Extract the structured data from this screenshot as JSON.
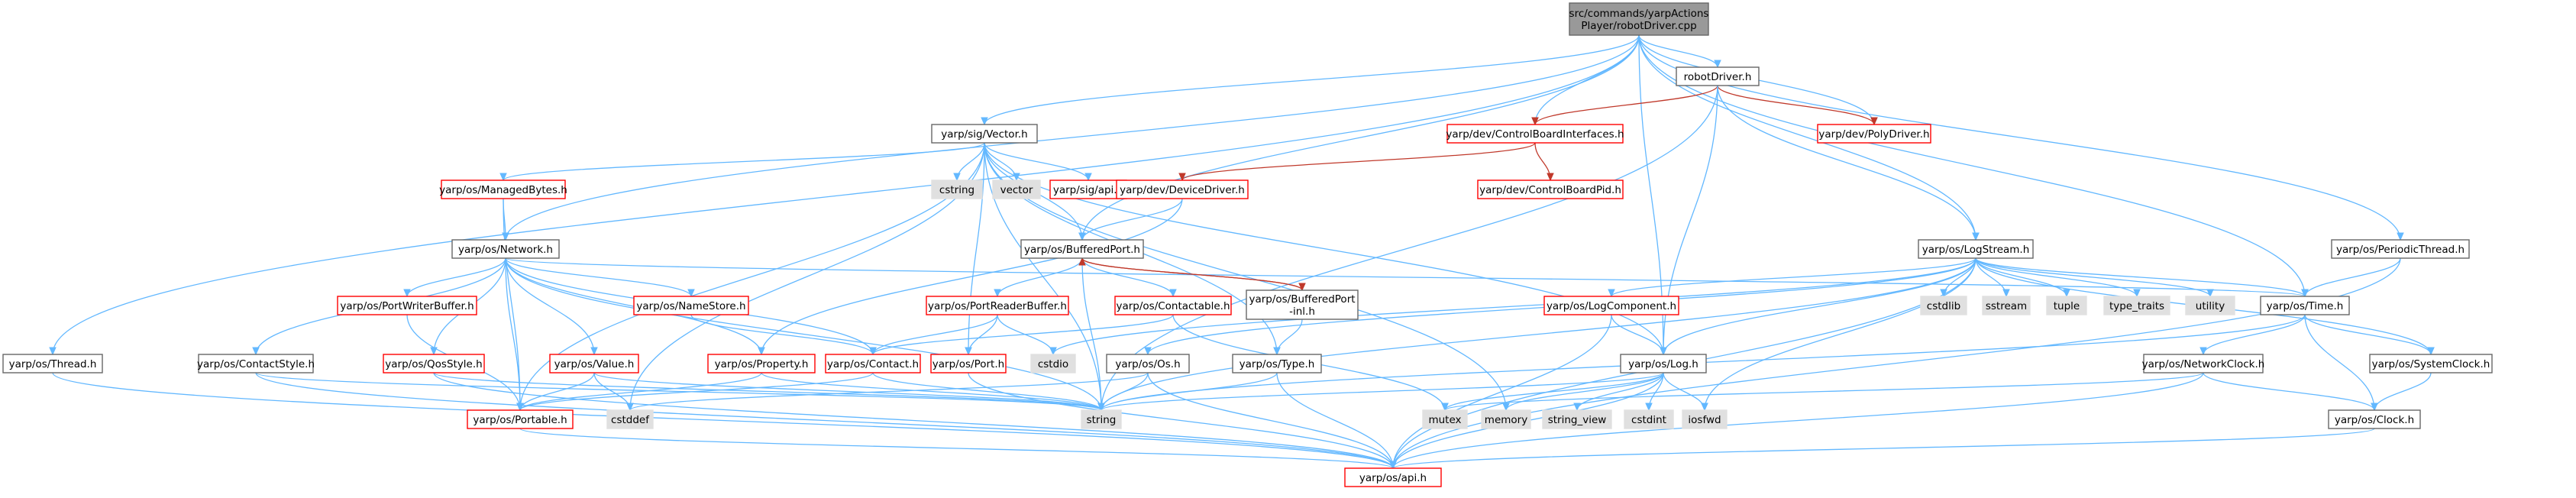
{
  "colors": {
    "edge": "#63b8ff",
    "edge_alt": "#c0392b",
    "node_border_black": "#666666",
    "node_border_red": "#ff0000",
    "node_fill_white": "#ffffff",
    "node_fill_gray": "#e0e0e0",
    "node_fill_root": "#999999"
  },
  "nodes": [
    {
      "id": "root",
      "lines": [
        "src/commands/yarpActions",
        "Player/robotDriver.cpp"
      ],
      "style": "root"
    },
    {
      "id": "robotDriver_h",
      "lines": [
        "robotDriver.h"
      ],
      "style": "black"
    },
    {
      "id": "sig_Vector",
      "lines": [
        "yarp/sig/Vector.h"
      ],
      "style": "black"
    },
    {
      "id": "cbi",
      "lines": [
        "yarp/dev/ControlBoardInterfaces.h"
      ],
      "style": "red"
    },
    {
      "id": "polydriver",
      "lines": [
        "yarp/dev/PolyDriver.h"
      ],
      "style": "red"
    },
    {
      "id": "managedbytes",
      "lines": [
        "yarp/os/ManagedBytes.h"
      ],
      "style": "red"
    },
    {
      "id": "cstring",
      "lines": [
        "cstring"
      ],
      "style": "gray"
    },
    {
      "id": "vector",
      "lines": [
        "vector"
      ],
      "style": "gray"
    },
    {
      "id": "sig_api",
      "lines": [
        "yarp/sig/api.h"
      ],
      "style": "red"
    },
    {
      "id": "devicedriver",
      "lines": [
        "yarp/dev/DeviceDriver.h"
      ],
      "style": "red"
    },
    {
      "id": "cbpid",
      "lines": [
        "yarp/dev/ControlBoardPid.h"
      ],
      "style": "red"
    },
    {
      "id": "network",
      "lines": [
        "yarp/os/Network.h"
      ],
      "style": "black"
    },
    {
      "id": "bufferedport",
      "lines": [
        "yarp/os/BufferedPort.h"
      ],
      "style": "black"
    },
    {
      "id": "logstream",
      "lines": [
        "yarp/os/LogStream.h"
      ],
      "style": "black"
    },
    {
      "id": "periodicthread",
      "lines": [
        "yarp/os/PeriodicThread.h"
      ],
      "style": "black"
    },
    {
      "id": "portwriterbuffer",
      "lines": [
        "yarp/os/PortWriterBuffer.h"
      ],
      "style": "red"
    },
    {
      "id": "namestore",
      "lines": [
        "yarp/os/NameStore.h"
      ],
      "style": "red"
    },
    {
      "id": "portreaderbuffer",
      "lines": [
        "yarp/os/PortReaderBuffer.h"
      ],
      "style": "red"
    },
    {
      "id": "contactable",
      "lines": [
        "yarp/os/Contactable.h"
      ],
      "style": "red"
    },
    {
      "id": "bp_inl",
      "lines": [
        "yarp/os/BufferedPort",
        "-inl.h"
      ],
      "style": "black"
    },
    {
      "id": "logcomponent",
      "lines": [
        "yarp/os/LogComponent.h"
      ],
      "style": "red"
    },
    {
      "id": "cstdlib",
      "lines": [
        "cstdlib"
      ],
      "style": "gray"
    },
    {
      "id": "sstream",
      "lines": [
        "sstream"
      ],
      "style": "gray"
    },
    {
      "id": "tuple",
      "lines": [
        "tuple"
      ],
      "style": "gray"
    },
    {
      "id": "type_traits",
      "lines": [
        "type_traits"
      ],
      "style": "gray"
    },
    {
      "id": "utility",
      "lines": [
        "utility"
      ],
      "style": "gray"
    },
    {
      "id": "time",
      "lines": [
        "yarp/os/Time.h"
      ],
      "style": "black"
    },
    {
      "id": "thread",
      "lines": [
        "yarp/os/Thread.h"
      ],
      "style": "black"
    },
    {
      "id": "contactstyle",
      "lines": [
        "yarp/os/ContactStyle.h"
      ],
      "style": "black"
    },
    {
      "id": "qosstyle",
      "lines": [
        "yarp/os/QosStyle.h"
      ],
      "style": "red"
    },
    {
      "id": "value",
      "lines": [
        "yarp/os/Value.h"
      ],
      "style": "red"
    },
    {
      "id": "property",
      "lines": [
        "yarp/os/Property.h"
      ],
      "style": "red"
    },
    {
      "id": "contact",
      "lines": [
        "yarp/os/Contact.h"
      ],
      "style": "red"
    },
    {
      "id": "port",
      "lines": [
        "yarp/os/Port.h"
      ],
      "style": "red"
    },
    {
      "id": "cstdio",
      "lines": [
        "cstdio"
      ],
      "style": "gray"
    },
    {
      "id": "os_h",
      "lines": [
        "yarp/os/Os.h"
      ],
      "style": "black"
    },
    {
      "id": "type",
      "lines": [
        "yarp/os/Type.h"
      ],
      "style": "black"
    },
    {
      "id": "log",
      "lines": [
        "yarp/os/Log.h"
      ],
      "style": "black"
    },
    {
      "id": "networkclock",
      "lines": [
        "yarp/os/NetworkClock.h"
      ],
      "style": "black"
    },
    {
      "id": "systemclock",
      "lines": [
        "yarp/os/SystemClock.h"
      ],
      "style": "black"
    },
    {
      "id": "portable",
      "lines": [
        "yarp/os/Portable.h"
      ],
      "style": "red"
    },
    {
      "id": "cstddef",
      "lines": [
        "cstddef"
      ],
      "style": "gray"
    },
    {
      "id": "string",
      "lines": [
        "string"
      ],
      "style": "gray"
    },
    {
      "id": "mutex",
      "lines": [
        "mutex"
      ],
      "style": "gray"
    },
    {
      "id": "memory",
      "lines": [
        "memory"
      ],
      "style": "gray"
    },
    {
      "id": "string_view",
      "lines": [
        "string_view"
      ],
      "style": "gray"
    },
    {
      "id": "cstdint",
      "lines": [
        "cstdint"
      ],
      "style": "gray"
    },
    {
      "id": "iosfwd",
      "lines": [
        "iosfwd"
      ],
      "style": "gray"
    },
    {
      "id": "clock",
      "lines": [
        "yarp/os/Clock.h"
      ],
      "style": "black"
    },
    {
      "id": "api",
      "lines": [
        "yarp/os/api.h"
      ],
      "style": "red"
    }
  ],
  "edges": [
    [
      "root",
      "robotDriver_h"
    ],
    [
      "root",
      "sig_Vector"
    ],
    [
      "root",
      "cbi"
    ],
    [
      "root",
      "polydriver"
    ],
    [
      "root",
      "network"
    ],
    [
      "root",
      "bufferedport"
    ],
    [
      "root",
      "logstream"
    ],
    [
      "root",
      "log"
    ],
    [
      "root",
      "time"
    ],
    [
      "root",
      "periodicthread"
    ],
    [
      "root",
      "thread"
    ],
    [
      "robotDriver_h",
      "cbi"
    ],
    [
      "robotDriver_h",
      "polydriver"
    ],
    [
      "robotDriver_h",
      "logstream"
    ],
    [
      "robotDriver_h",
      "log"
    ],
    [
      "robotDriver_h",
      "string"
    ],
    [
      "cbi",
      "devicedriver"
    ],
    [
      "cbi",
      "cbpid"
    ],
    [
      "devicedriver",
      "bufferedport"
    ],
    [
      "devicedriver",
      "property"
    ],
    [
      "sig_Vector",
      "managedbytes"
    ],
    [
      "sig_Vector",
      "cstring"
    ],
    [
      "sig_Vector",
      "vector"
    ],
    [
      "sig_Vector",
      "sig_api"
    ],
    [
      "sig_Vector",
      "bufferedport"
    ],
    [
      "sig_Vector",
      "portable"
    ],
    [
      "sig_Vector",
      "cstddef"
    ],
    [
      "sig_Vector",
      "log"
    ],
    [
      "sig_Vector",
      "type"
    ],
    [
      "sig_Vector",
      "string"
    ],
    [
      "sig_Vector",
      "memory"
    ],
    [
      "sig_Vector",
      "port"
    ],
    [
      "managedbytes",
      "network"
    ],
    [
      "managedbytes",
      "portable"
    ],
    [
      "network",
      "portwriterbuffer"
    ],
    [
      "network",
      "namestore"
    ],
    [
      "network",
      "contactstyle"
    ],
    [
      "network",
      "qosstyle"
    ],
    [
      "network",
      "value"
    ],
    [
      "network",
      "property"
    ],
    [
      "network",
      "contact"
    ],
    [
      "network",
      "portable"
    ],
    [
      "network",
      "time"
    ],
    [
      "network",
      "string"
    ],
    [
      "bufferedport",
      "portreaderbuffer"
    ],
    [
      "bufferedport",
      "contactable"
    ],
    [
      "bufferedport",
      "bp_inl"
    ],
    [
      "bufferedport",
      "string"
    ],
    [
      "bp_inl",
      "bufferedport"
    ],
    [
      "bp_inl",
      "type"
    ],
    [
      "portwriterbuffer",
      "portable"
    ],
    [
      "namestore",
      "contact"
    ],
    [
      "portreaderbuffer",
      "port"
    ],
    [
      "portreaderbuffer",
      "cstdio"
    ],
    [
      "portreaderbuffer",
      "contact"
    ],
    [
      "contactable",
      "contact"
    ],
    [
      "contactable",
      "mutex"
    ],
    [
      "logstream",
      "logcomponent"
    ],
    [
      "logstream",
      "log"
    ],
    [
      "logstream",
      "cstdlib"
    ],
    [
      "logstream",
      "sstream"
    ],
    [
      "logstream",
      "tuple"
    ],
    [
      "logstream",
      "type_traits"
    ],
    [
      "logstream",
      "utility"
    ],
    [
      "logstream",
      "time"
    ],
    [
      "logstream",
      "systemclock"
    ],
    [
      "logstream",
      "os_h"
    ],
    [
      "logstream",
      "cstdio"
    ],
    [
      "logstream",
      "string"
    ],
    [
      "logstream",
      "iosfwd"
    ],
    [
      "logstream",
      "api"
    ],
    [
      "logcomponent",
      "log"
    ],
    [
      "logcomponent",
      "api"
    ],
    [
      "periodicthread",
      "time"
    ],
    [
      "periodicthread",
      "api"
    ],
    [
      "time",
      "networkclock"
    ],
    [
      "time",
      "systemclock"
    ],
    [
      "time",
      "clock"
    ],
    [
      "time",
      "string"
    ],
    [
      "networkclock",
      "clock"
    ],
    [
      "networkclock",
      "mutex"
    ],
    [
      "networkclock",
      "api"
    ],
    [
      "systemclock",
      "clock"
    ],
    [
      "clock",
      "api"
    ],
    [
      "thread",
      "api"
    ],
    [
      "contactstyle",
      "api"
    ],
    [
      "contactstyle",
      "string"
    ],
    [
      "qosstyle",
      "api"
    ],
    [
      "qosstyle",
      "string"
    ],
    [
      "value",
      "portable"
    ],
    [
      "value",
      "cstddef"
    ],
    [
      "value",
      "string"
    ],
    [
      "property",
      "portable"
    ],
    [
      "property",
      "string"
    ],
    [
      "contact",
      "portable"
    ],
    [
      "contact",
      "string"
    ],
    [
      "port",
      "api"
    ],
    [
      "os_h",
      "cstddef"
    ],
    [
      "os_h",
      "string"
    ],
    [
      "os_h",
      "api"
    ],
    [
      "type",
      "string"
    ],
    [
      "type",
      "api"
    ],
    [
      "log",
      "api"
    ],
    [
      "log",
      "mutex"
    ],
    [
      "log",
      "memory"
    ],
    [
      "log",
      "string_view"
    ],
    [
      "log",
      "cstdint"
    ],
    [
      "log",
      "iosfwd"
    ],
    [
      "log",
      "string"
    ],
    [
      "portable",
      "api"
    ]
  ]
}
